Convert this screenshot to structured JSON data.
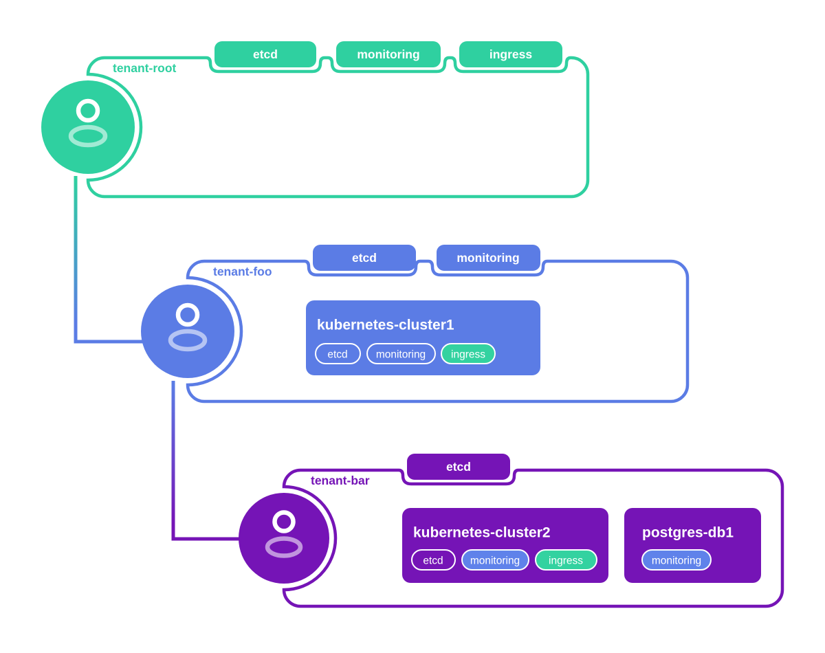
{
  "diagram": {
    "colors": {
      "green": "#2fd0a0",
      "blue": "#5b7ce5",
      "purple": "#7514b6",
      "pill_blue": "#5f82ea",
      "pill_green": "#33d2a0",
      "text_on_fill": "#ffffff"
    },
    "tenants": [
      {
        "name": "tenant-root",
        "color": "#2fd0a0",
        "badges": [
          {
            "label": "etcd"
          },
          {
            "label": "monitoring"
          },
          {
            "label": "ingress"
          }
        ],
        "cards": []
      },
      {
        "name": "tenant-foo",
        "color": "#5b7ce5",
        "badges": [
          {
            "label": "etcd"
          },
          {
            "label": "monitoring"
          }
        ],
        "cards": [
          {
            "title": "kubernetes-cluster1",
            "pills": [
              {
                "label": "etcd",
                "style": "outline"
              },
              {
                "label": "monitoring",
                "style": "outline"
              },
              {
                "label": "ingress",
                "style": "green"
              }
            ]
          }
        ]
      },
      {
        "name": "tenant-bar",
        "color": "#7514b6",
        "badges": [
          {
            "label": "etcd"
          }
        ],
        "cards": [
          {
            "title": "kubernetes-cluster2",
            "pills": [
              {
                "label": "etcd",
                "style": "outline"
              },
              {
                "label": "monitoring",
                "style": "blue"
              },
              {
                "label": "ingress",
                "style": "green"
              }
            ]
          },
          {
            "title": "postgres-db1",
            "pills": [
              {
                "label": "monitoring",
                "style": "blue"
              }
            ]
          }
        ]
      }
    ]
  }
}
